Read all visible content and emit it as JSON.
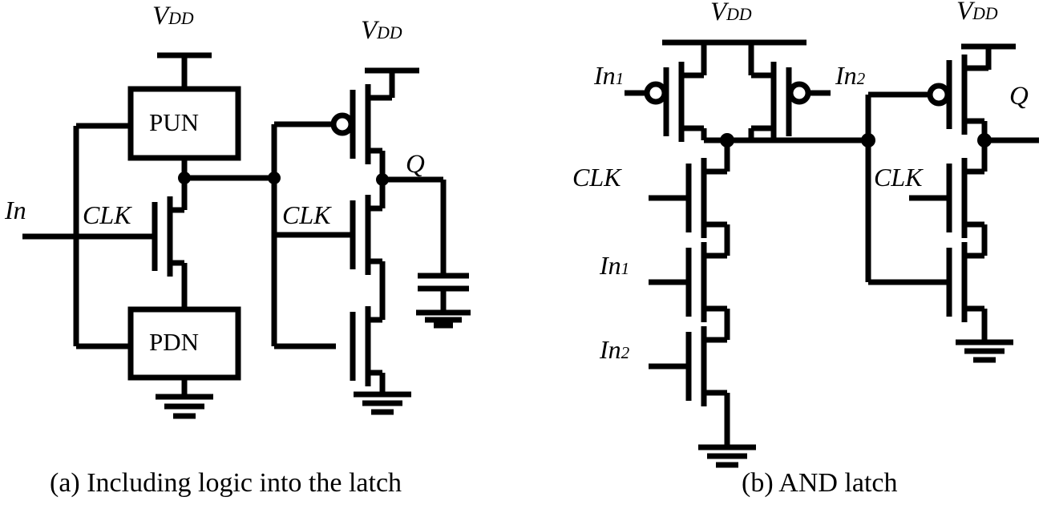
{
  "figure": {
    "title_a": "(a) Including logic into the latch",
    "title_b": "(b) AND latch"
  },
  "panel_a": {
    "caption": "(a) Including logic into the latch",
    "blocks": [
      {
        "name": "pun",
        "label": "PUN"
      },
      {
        "name": "pdn",
        "label": "PDN"
      }
    ],
    "supplies": [
      {
        "name": "vdd-left",
        "v": "V",
        "sub": "DD"
      },
      {
        "name": "vdd-right",
        "v": "V",
        "sub": "DD"
      }
    ],
    "signals": [
      {
        "name": "in",
        "label": "In"
      },
      {
        "name": "clk-left",
        "label": "CLK"
      },
      {
        "name": "clk-right",
        "label": "CLK"
      },
      {
        "name": "q-out",
        "label": "Q"
      }
    ],
    "devices": [
      {
        "name": "nmos-clk-input-stage",
        "type": "nmos",
        "gate": "CLK"
      },
      {
        "name": "pmos-keeper",
        "type": "pmos",
        "gate": "internal-node"
      },
      {
        "name": "nmos-clk-output-stage",
        "type": "nmos",
        "gate": "CLK"
      },
      {
        "name": "nmos-feedback",
        "type": "nmos",
        "gate": "internal-node"
      }
    ],
    "passives": [
      {
        "name": "load-capacitor",
        "type": "capacitor"
      }
    ],
    "grounds": [
      {
        "name": "gnd-pdn"
      },
      {
        "name": "gnd-output-stage"
      },
      {
        "name": "gnd-capacitor"
      }
    ]
  },
  "panel_b": {
    "caption": "(b) AND latch",
    "supplies": [
      {
        "name": "vdd-left",
        "v": "V",
        "sub": "DD"
      },
      {
        "name": "vdd-right",
        "v": "V",
        "sub": "DD"
      }
    ],
    "signals": [
      {
        "name": "in1-pmos",
        "base": "In",
        "sub": "1"
      },
      {
        "name": "in2-pmos",
        "base": "In",
        "sub": "2"
      },
      {
        "name": "clk-left",
        "label": "CLK"
      },
      {
        "name": "in1-nmos",
        "base": "In",
        "sub": "1"
      },
      {
        "name": "in2-nmos",
        "base": "In",
        "sub": "2"
      },
      {
        "name": "clk-right",
        "label": "CLK"
      },
      {
        "name": "q-out",
        "label": "Q"
      }
    ],
    "devices": [
      {
        "name": "pmos-in1",
        "type": "pmos",
        "gate": "In1"
      },
      {
        "name": "pmos-in2",
        "type": "pmos",
        "gate": "In2"
      },
      {
        "name": "nmos-clk-left",
        "type": "nmos",
        "gate": "CLK"
      },
      {
        "name": "nmos-in1",
        "type": "nmos",
        "gate": "In1"
      },
      {
        "name": "nmos-in2",
        "type": "nmos",
        "gate": "In2"
      },
      {
        "name": "pmos-keeper",
        "type": "pmos",
        "gate": "internal-node"
      },
      {
        "name": "nmos-clk-right",
        "type": "nmos",
        "gate": "CLK"
      },
      {
        "name": "nmos-feedback",
        "type": "nmos",
        "gate": "internal-node"
      }
    ],
    "grounds": [
      {
        "name": "gnd-left-stack"
      },
      {
        "name": "gnd-right-stage"
      }
    ]
  },
  "style": {
    "stroke": "#000000",
    "background": "#ffffff"
  }
}
